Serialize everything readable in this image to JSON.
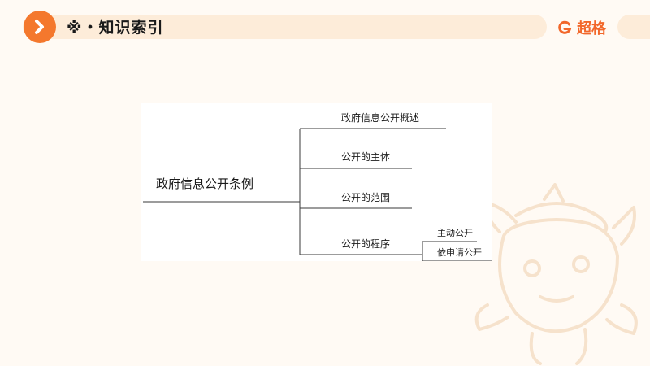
{
  "header": {
    "title": "※・知识索引",
    "brand": "超格",
    "arrow_icon": "chevron-right-icon",
    "accent_color": "#f4782d"
  },
  "diagram": {
    "root": "政府信息公开条例",
    "branches": [
      {
        "label": "政府信息公开概述"
      },
      {
        "label": "公开的主体"
      },
      {
        "label": "公开的范围"
      },
      {
        "label": "公开的程序",
        "children": [
          "主动公开",
          "依申请公开"
        ]
      }
    ]
  }
}
